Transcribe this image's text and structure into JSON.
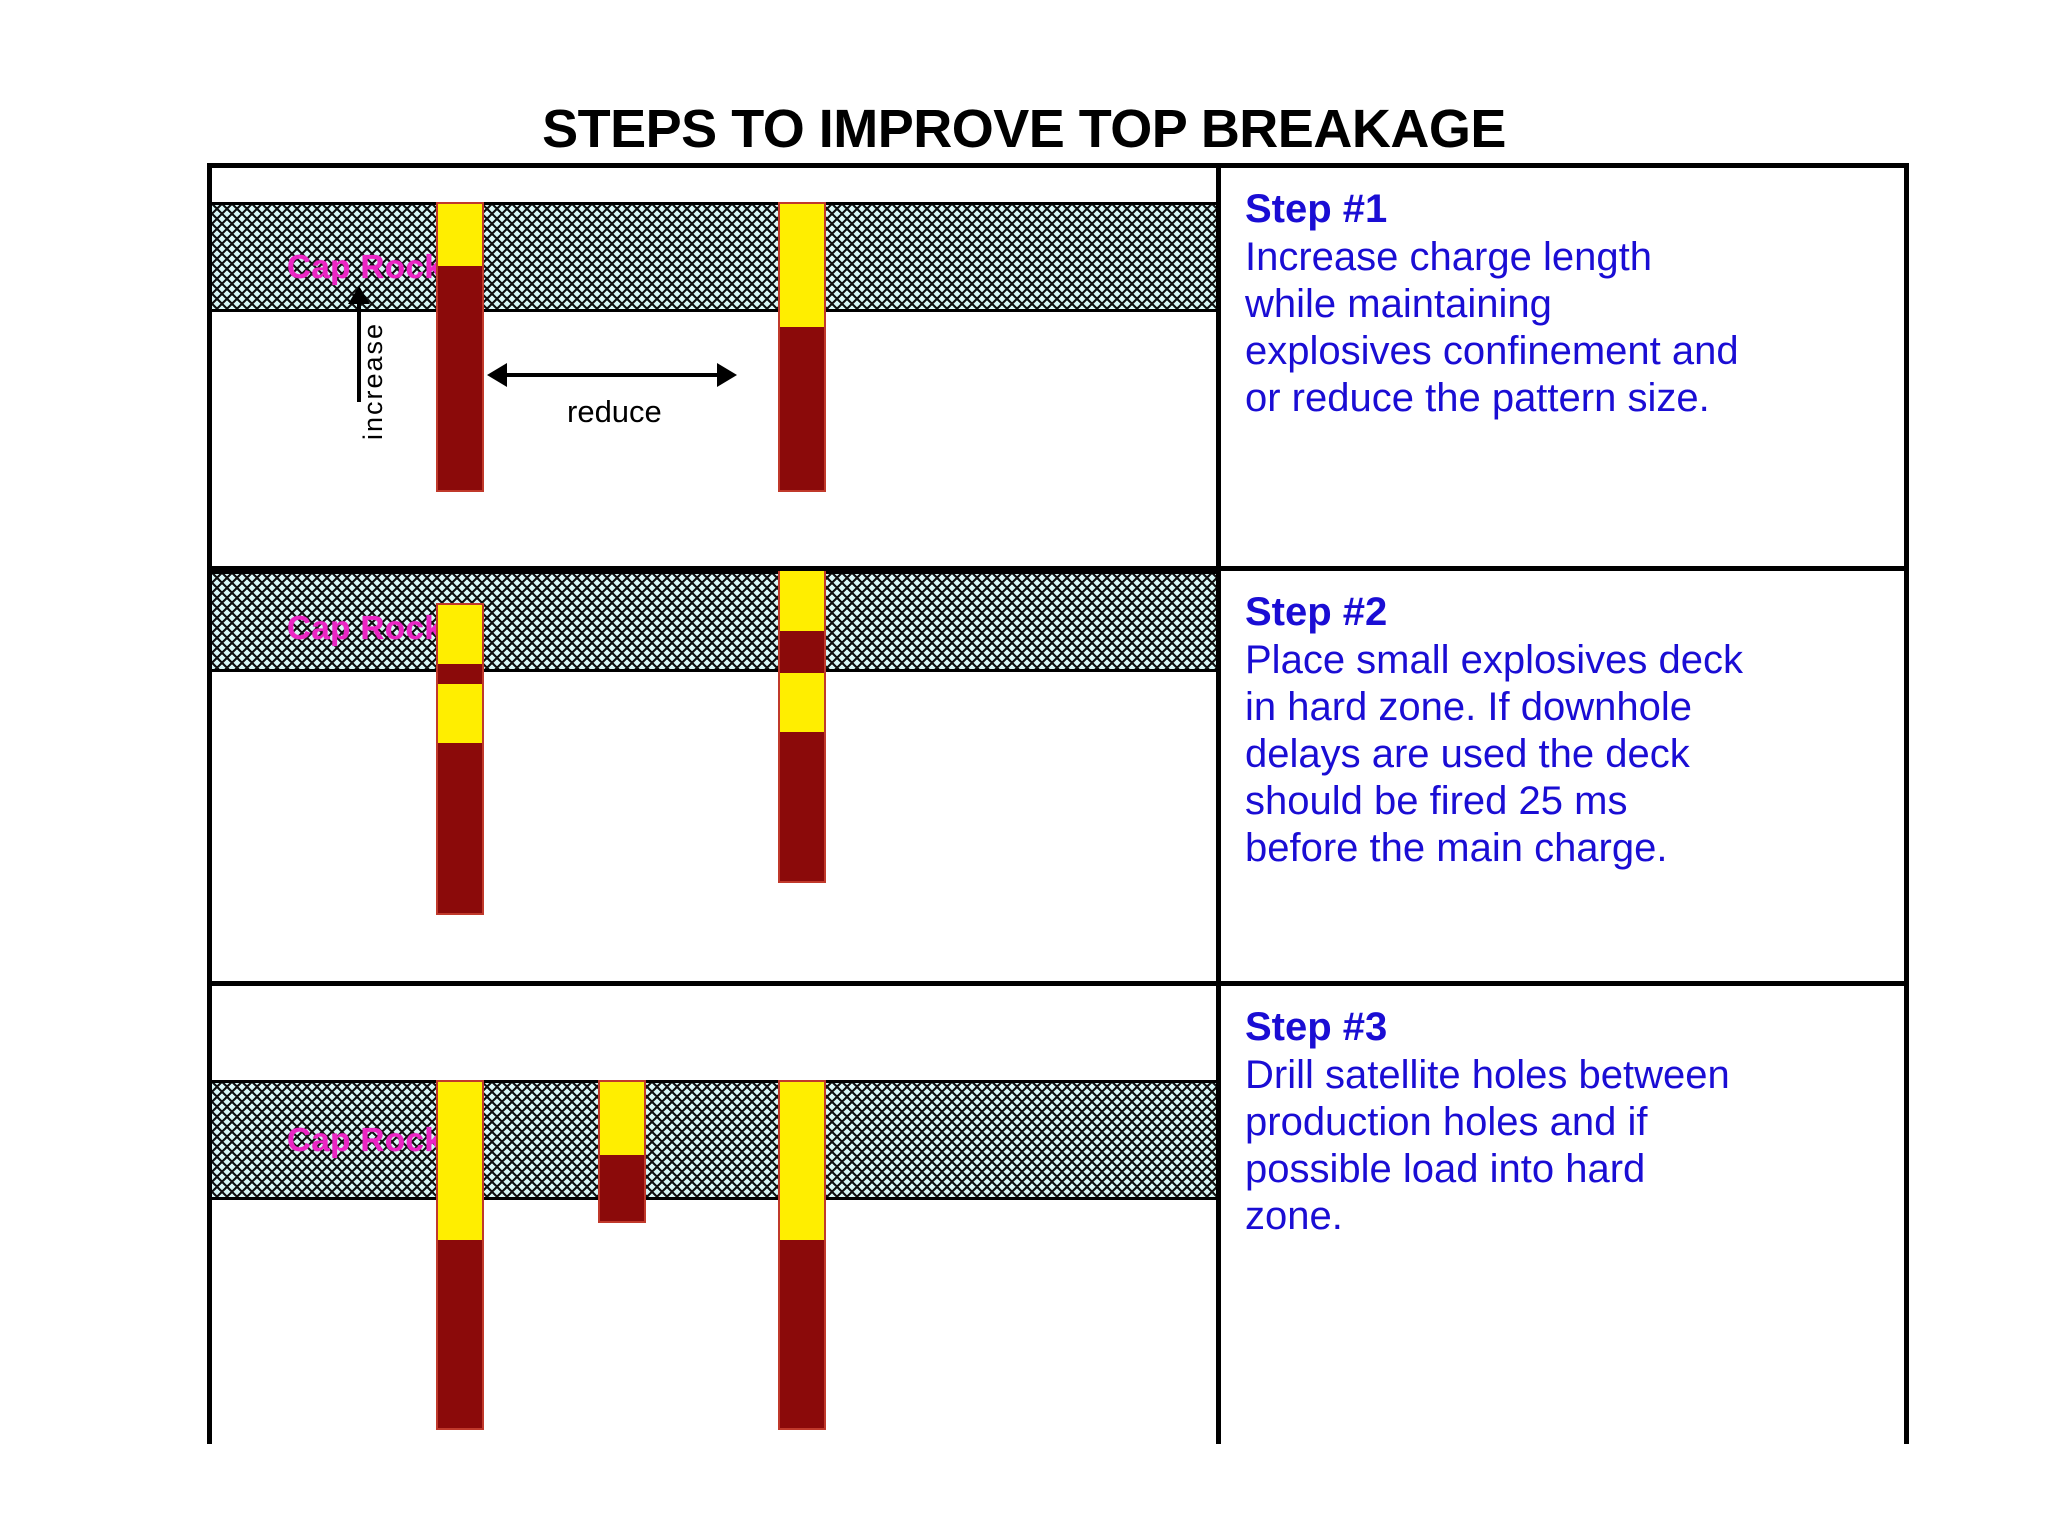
{
  "title": "STEPS TO IMPROVE TOP BREAKAGE",
  "colors": {
    "text_blue": "#1a0dd4",
    "caprock_fill": "#d7f6f5",
    "caprock_label": "#ec25c4",
    "stemming_yellow": "#ffee00",
    "explosive_red": "#8b0a0a",
    "frame_black": "#000000"
  },
  "caprock_label": "Cap Rock",
  "annotations": {
    "increase": "increase",
    "reduce": "reduce"
  },
  "panels": [
    {
      "id": "step1",
      "heading": "Step #1",
      "body": "Increase charge length\nwhile maintaining\nexplosives confinement and\nor reduce the pattern size.",
      "caprock_label": "Cap Rock",
      "holes": [
        {
          "name": "production-hole-left",
          "segments": [
            {
              "type": "stemming",
              "label": "stemming"
            },
            {
              "type": "explosive",
              "label": "charge"
            }
          ]
        },
        {
          "name": "production-hole-right",
          "segments": [
            {
              "type": "stemming",
              "label": "stemming"
            },
            {
              "type": "explosive",
              "label": "charge"
            }
          ]
        }
      ]
    },
    {
      "id": "step2",
      "heading": "Step #2",
      "body": "Place small explosives deck\nin hard zone. If downhole\ndelays are used the deck\nshould be fired 25 ms\nbefore the main charge.",
      "caprock_label": "Cap Rock",
      "holes": [
        {
          "name": "production-hole-left",
          "segments": [
            {
              "type": "stemming"
            },
            {
              "type": "explosive",
              "label": "small deck"
            },
            {
              "type": "stemming"
            },
            {
              "type": "explosive",
              "label": "main charge"
            }
          ]
        },
        {
          "name": "production-hole-right",
          "segments": [
            {
              "type": "stemming"
            },
            {
              "type": "explosive",
              "label": "small deck"
            },
            {
              "type": "stemming"
            },
            {
              "type": "explosive",
              "label": "main charge"
            }
          ]
        }
      ]
    },
    {
      "id": "step3",
      "heading": "Step #3",
      "body": "Drill satellite holes between\nproduction holes and if\npossible load into hard\nzone.",
      "caprock_label": "Cap Rock",
      "holes": [
        {
          "name": "production-hole-left",
          "segments": [
            {
              "type": "stemming"
            },
            {
              "type": "explosive"
            }
          ]
        },
        {
          "name": "satellite-hole",
          "segments": [
            {
              "type": "stemming"
            },
            {
              "type": "explosive"
            }
          ]
        },
        {
          "name": "production-hole-right",
          "segments": [
            {
              "type": "stemming"
            },
            {
              "type": "explosive"
            }
          ]
        }
      ]
    }
  ]
}
